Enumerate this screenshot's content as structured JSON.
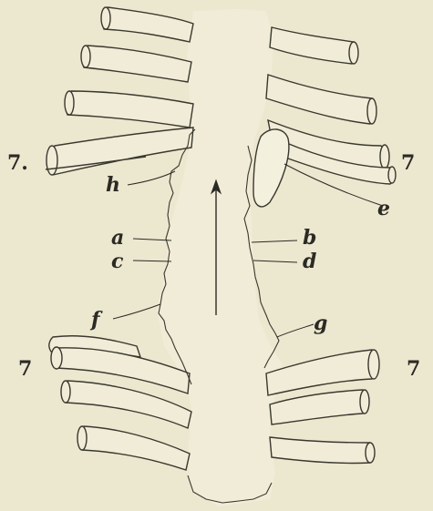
{
  "figure": {
    "number_labels": {
      "left_upper": "7.",
      "right_upper": "7",
      "left_lower": "7",
      "right_lower": "7"
    },
    "letter_labels": {
      "a": "a",
      "b": "b",
      "c": "c",
      "d": "d",
      "e": "e",
      "f": "f",
      "g": "g",
      "h": "h"
    },
    "colors": {
      "paper": "#ece7cf",
      "ink": "#3a382f",
      "rib_fill": "#f1ecd7"
    }
  }
}
